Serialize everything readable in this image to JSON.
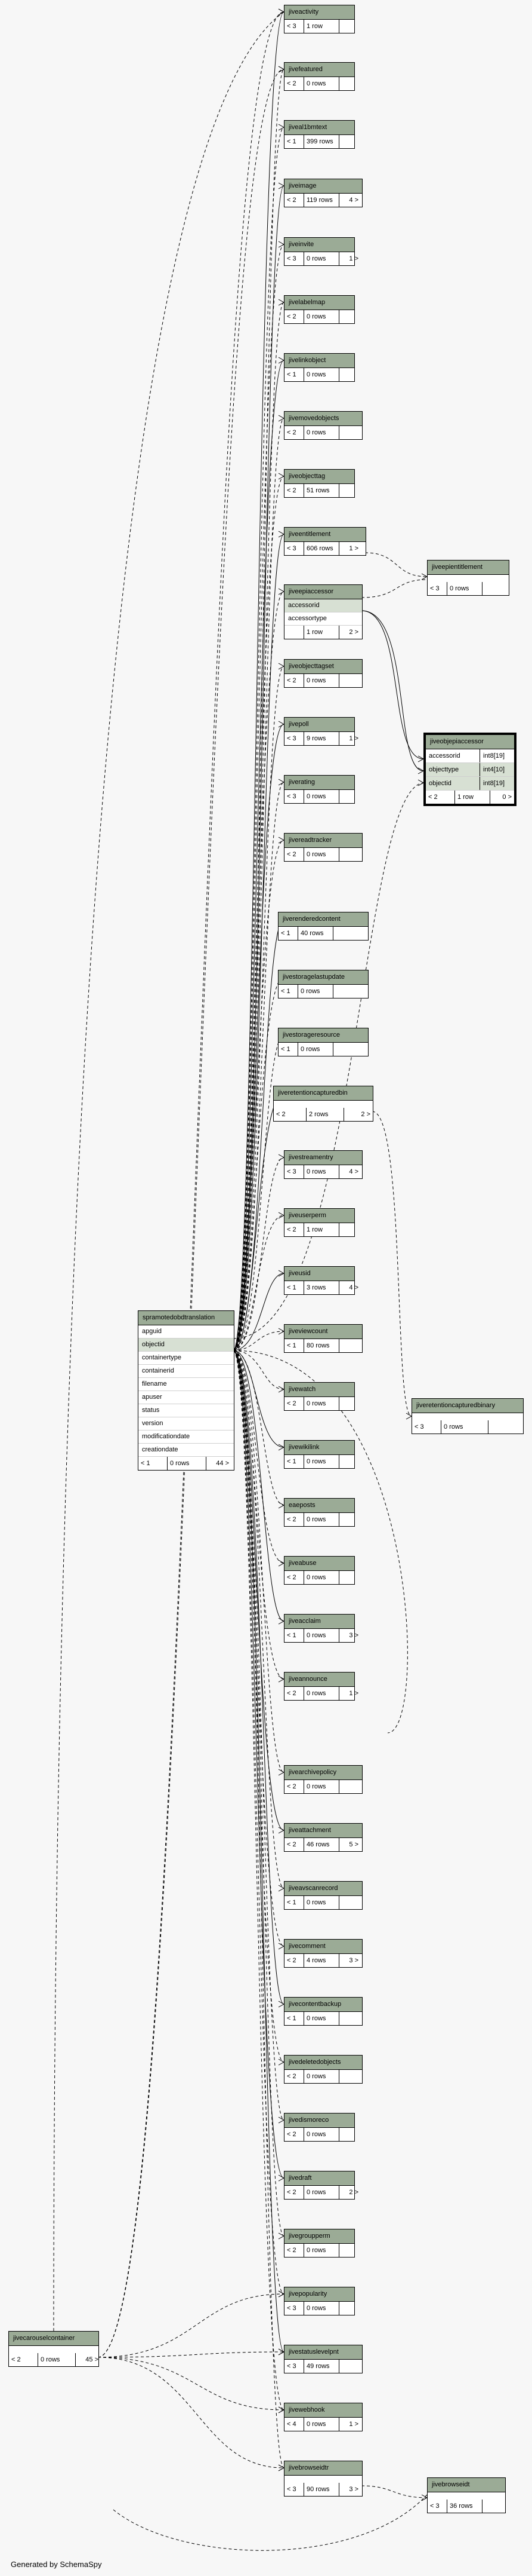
{
  "footer": "Generated by SchemaSpy",
  "tables": {
    "jiveactivity": {
      "name": "jiveactivity",
      "lt": "< 3",
      "rows": "1 row",
      "gt": ""
    },
    "jivefeatured": {
      "name": "jivefeatured",
      "lt": "< 2",
      "rows": "0 rows",
      "gt": ""
    },
    "jiveal1bmtext": {
      "name": "jiveal1bmtext",
      "lt": "< 1",
      "rows": "399 rows",
      "gt": ""
    },
    "jiveimage": {
      "name": "jiveimage",
      "lt": "< 2",
      "rows": "119 rows",
      "gt": "4 >"
    },
    "jiveinvite": {
      "name": "jiveinvite",
      "lt": "< 3",
      "rows": "0 rows",
      "gt": "1 >"
    },
    "jivelabelmap": {
      "name": "jivelabelmap",
      "lt": "< 2",
      "rows": "0 rows",
      "gt": ""
    },
    "jivelinkobject": {
      "name": "jivelinkobject",
      "lt": "< 1",
      "rows": "0 rows",
      "gt": ""
    },
    "jivemovedobjects": {
      "name": "jivemovedobjects",
      "lt": "< 2",
      "rows": "0 rows",
      "gt": ""
    },
    "jiveobjecttag": {
      "name": "jiveobjecttag",
      "lt": "< 2",
      "rows": "51 rows",
      "gt": ""
    },
    "jiveentitlement": {
      "name": "jiveentitlement",
      "lt": "< 3",
      "rows": "606 rows",
      "gt": "1 >"
    },
    "jiveepiaccessor": {
      "name": "jiveepiaccessor",
      "cols": [
        "accessorid",
        "accessortype"
      ],
      "lt": "",
      "rows": "1 row",
      "gt": "2 >"
    },
    "jiveobjecttagset": {
      "name": "jiveobjecttagset",
      "lt": "< 2",
      "rows": "0 rows",
      "gt": ""
    },
    "jivepoll": {
      "name": "jivepoll",
      "lt": "< 3",
      "rows": "9 rows",
      "gt": "1 >"
    },
    "jiverating": {
      "name": "jiverating",
      "lt": "< 3",
      "rows": "0 rows",
      "gt": ""
    },
    "jivereadtracker": {
      "name": "jivereadtracker",
      "lt": "< 2",
      "rows": "0 rows",
      "gt": ""
    },
    "jiverenderedcontent": {
      "name": "jiverenderedcontent",
      "lt": "< 1",
      "rows": "40 rows",
      "gt": ""
    },
    "jivestoragelastupdate": {
      "name": "jivestoragelastupdate",
      "lt": "< 1",
      "rows": "0 rows",
      "gt": ""
    },
    "jivestorageresource": {
      "name": "jivestorageresource",
      "lt": "< 1",
      "rows": "0 rows",
      "gt": ""
    },
    "jiveretentioncapturedbin": {
      "name": "jiveretentioncapturedbin",
      "lt": "< 2",
      "rows": "2 rows",
      "gt": "2 >"
    },
    "jivestreamentry": {
      "name": "jivestreamentry",
      "lt": "< 3",
      "rows": "0 rows",
      "gt": "4 >"
    },
    "jiveuserperm": {
      "name": "jiveuserperm",
      "lt": "< 2",
      "rows": "1 row",
      "gt": ""
    },
    "jiveusid": {
      "name": "jiveusid",
      "lt": "< 1",
      "rows": "3 rows",
      "gt": "4 >"
    },
    "jiveviewcount": {
      "name": "jiveviewcount",
      "lt": "< 1",
      "rows": "80 rows",
      "gt": ""
    },
    "jivewatch": {
      "name": "jivewatch",
      "lt": "< 2",
      "rows": "0 rows",
      "gt": ""
    },
    "jivewikilink": {
      "name": "jivewikilink",
      "lt": "< 1",
      "rows": "0 rows",
      "gt": ""
    },
    "eaeposts": {
      "name": "eaeposts",
      "lt": "< 2",
      "rows": "0 rows",
      "gt": ""
    },
    "jiveabuse": {
      "name": "jiveabuse",
      "lt": "< 2",
      "rows": "0 rows",
      "gt": ""
    },
    "jiveacclaim": {
      "name": "jiveacclaim",
      "lt": "< 1",
      "rows": "0 rows",
      "gt": "3 >"
    },
    "jiveannounce": {
      "name": "jiveannounce",
      "lt": "< 2",
      "rows": "0 rows",
      "gt": "1 >"
    },
    "jivearchivepolicy": {
      "name": "jivearchivepolicy",
      "lt": "< 2",
      "rows": "0 rows",
      "gt": ""
    },
    "jiveattachment": {
      "name": "jiveattachment",
      "lt": "< 2",
      "rows": "46 rows",
      "gt": "5 >"
    },
    "jiveavscanrecord": {
      "name": "jiveavscanrecord",
      "lt": "< 1",
      "rows": "0 rows",
      "gt": ""
    },
    "jivecomment": {
      "name": "jivecomment",
      "lt": "< 2",
      "rows": "4 rows",
      "gt": "3 >"
    },
    "jivecontentbackup": {
      "name": "jivecontentbackup",
      "lt": "< 1",
      "rows": "0 rows",
      "gt": ""
    },
    "jivedeletedobjects": {
      "name": "jivedeletedobjects",
      "lt": "< 2",
      "rows": "0 rows",
      "gt": ""
    },
    "jivedismoreco": {
      "name": "jivedismoreco",
      "lt": "< 2",
      "rows": "0 rows",
      "gt": ""
    },
    "jivedraft": {
      "name": "jivedraft",
      "lt": "< 2",
      "rows": "0 rows",
      "gt": "2 >"
    },
    "jivegroupperm": {
      "name": "jivegroupperm",
      "lt": "< 2",
      "rows": "0 rows",
      "gt": ""
    },
    "jivepopularity": {
      "name": "jivepopularity",
      "lt": "< 3",
      "rows": "0 rows",
      "gt": ""
    },
    "jivestatuslevelpnt": {
      "name": "jivestatuslevelpnt",
      "lt": "< 3",
      "rows": "49 rows",
      "gt": ""
    },
    "jivewebhook": {
      "name": "jivewebhook",
      "lt": "< 4",
      "rows": "0 rows",
      "gt": "1 >"
    },
    "jivebrowseidtr": {
      "name": "jivebrowseidtr",
      "lt": "< 3",
      "rows": "90 rows",
      "gt": "3 >"
    },
    "jiveepientitlement": {
      "name": "jiveepientitlement",
      "lt": "< 3",
      "rows": "0 rows",
      "gt": ""
    },
    "jiveobjepiaccessor": {
      "name": "jiveobjepiaccessor",
      "cols": [
        {
          "name": "accessorid",
          "type": "int8[19]"
        },
        {
          "name": "objecttype",
          "type": "int4[10]"
        },
        {
          "name": "objectid",
          "type": "int8[19]"
        }
      ],
      "lt": "< 2",
      "rows": "1 row",
      "gt": "0 >"
    },
    "jiveretentioncapturedbinary": {
      "name": "jiveretentioncapturedbinary",
      "lt": "< 3",
      "rows": "0 rows",
      "gt": ""
    },
    "jivebrowseidt": {
      "name": "jivebrowseidt",
      "lt": "< 3",
      "rows": "36 rows",
      "gt": ""
    },
    "jivecarouselcontainer": {
      "name": "jivecarouselcontainer",
      "lt": "< 2",
      "rows": "0 rows",
      "gt": "45 >"
    },
    "spramotedobdtranslation": {
      "name": "spramotedobdtranslation",
      "cols": [
        "apguid",
        "objectid",
        "containertype",
        "containerid",
        "filename",
        "apuser",
        "status",
        "version",
        "modificationdate",
        "creationdate"
      ],
      "lt": "< 1",
      "rows": "0 rows",
      "gt": "44 >"
    }
  }
}
